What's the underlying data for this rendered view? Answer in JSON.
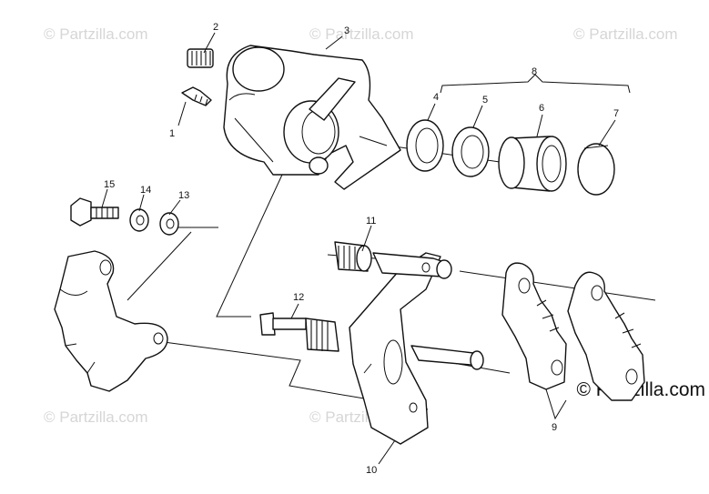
{
  "watermarks": {
    "faint": "© Partzilla.com",
    "brand": "© Partzilla.com"
  },
  "callouts": {
    "c1": "1",
    "c2": "2",
    "c3": "3",
    "c4": "4",
    "c5": "5",
    "c6": "6",
    "c7": "7",
    "c8": "8",
    "c9": "9",
    "c10": "10",
    "c11": "11",
    "c12": "12",
    "c13": "13",
    "c14": "14",
    "c15": "15"
  },
  "colors": {
    "line": "#111111",
    "watermark": "#d6d6d6",
    "background": "#ffffff"
  }
}
